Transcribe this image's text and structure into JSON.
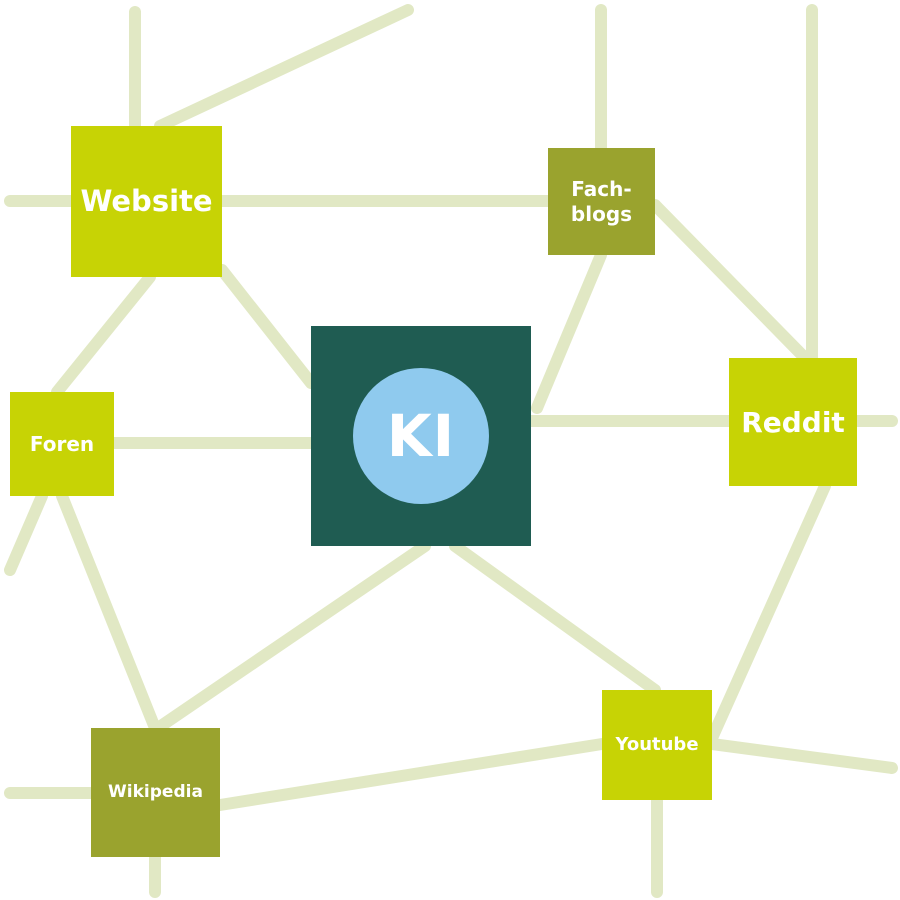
{
  "colors": {
    "edge": "#e1e8c4",
    "node_bright": "#c7d305",
    "node_olive": "#9aa32e",
    "center_square": "#1f5c52",
    "center_circle": "#8fcaee",
    "text": "#ffffff"
  },
  "center": {
    "label": "KI"
  },
  "nodes": {
    "website": {
      "label": "Website"
    },
    "fachblogs": {
      "line1": "Fach-",
      "line2": "blogs"
    },
    "foren": {
      "label": "Foren"
    },
    "reddit": {
      "label": "Reddit"
    },
    "youtube": {
      "label": "Youtube"
    },
    "wikipedia": {
      "label": "Wikipedia"
    }
  }
}
